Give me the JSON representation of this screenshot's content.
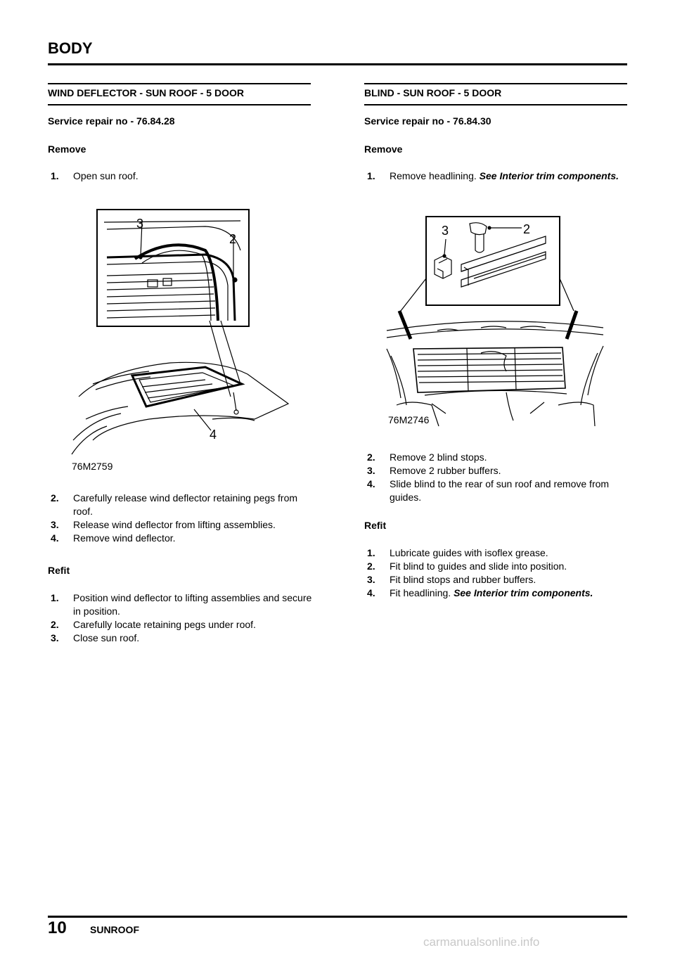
{
  "header": {
    "title": "BODY"
  },
  "left": {
    "title": "WIND DEFLECTOR - SUN ROOF - 5 DOOR",
    "service": "Service repair no - 76.84.28",
    "remove_heading": "Remove",
    "remove_steps_a": [
      {
        "num": "1.",
        "text": "Open sun roof."
      }
    ],
    "figure": {
      "code": "76M2759",
      "callouts": [
        "3",
        "2",
        "4"
      ]
    },
    "remove_steps_b": [
      {
        "num": "2.",
        "text": "Carefully release wind deflector retaining pegs from roof."
      },
      {
        "num": "3.",
        "text": "Release wind deflector from lifting assemblies."
      },
      {
        "num": "4.",
        "text": "Remove wind deflector."
      }
    ],
    "refit_heading": "Refit",
    "refit_steps": [
      {
        "num": "1.",
        "text": "Position wind deflector to lifting assemblies and secure in position."
      },
      {
        "num": "2.",
        "text": "Carefully locate retaining pegs under roof."
      },
      {
        "num": "3.",
        "text": "Close sun roof."
      }
    ]
  },
  "right": {
    "title": "BLIND - SUN ROOF - 5 DOOR",
    "service": "Service repair no - 76.84.30",
    "remove_heading": "Remove",
    "step1": {
      "num": "1.",
      "text": "Remove headlining.",
      "ref": "See Interior trim components."
    },
    "figure": {
      "code": "76M2746",
      "callouts": [
        "3",
        "2"
      ]
    },
    "remove_steps": [
      {
        "num": "2.",
        "text": "Remove 2 blind stops."
      },
      {
        "num": "3.",
        "text": "Remove 2 rubber buffers."
      },
      {
        "num": "4.",
        "text": "Slide blind to the rear of sun roof and remove from guides."
      }
    ],
    "refit_heading": "Refit",
    "refit_steps": [
      {
        "num": "1.",
        "text": "Lubricate guides with isoflex grease."
      },
      {
        "num": "2.",
        "text": "Fit blind to guides and slide into position."
      },
      {
        "num": "3.",
        "text": "Fit blind stops and rubber buffers."
      }
    ],
    "refit_step4": {
      "num": "4.",
      "text": "Fit headlining.",
      "ref": "See Interior trim components."
    }
  },
  "footer": {
    "page_number": "10",
    "section": "SUNROOF",
    "watermark": "carmanualsonline.info"
  }
}
